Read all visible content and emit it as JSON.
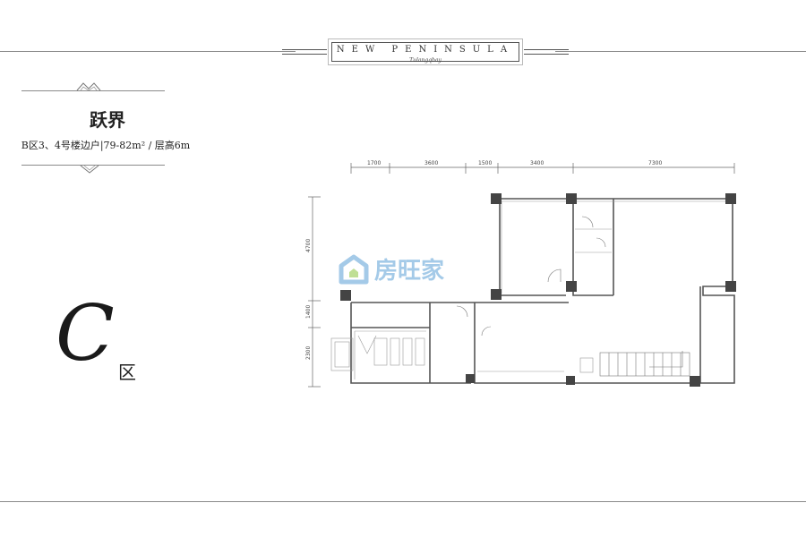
{
  "brand": {
    "title": "NEW PENINSULA",
    "subtitle": "Tulangqbay"
  },
  "unit": {
    "name": "跃界",
    "spec": "B区3、4号楼边户|79-82m² / 层高6m"
  },
  "zone": {
    "letter": "C",
    "suffix": "区"
  },
  "watermark": {
    "text": "房旺家",
    "icon": "house-logo-icon",
    "color": "#5aa0d6"
  },
  "floorplan": {
    "top_dimensions": [
      "1700",
      "3600",
      "1500",
      "3400",
      "7300"
    ],
    "side_dimensions": [
      "4700",
      "1400",
      "2300"
    ]
  },
  "colors": {
    "line": "#8a8a8a",
    "wall": "#555555",
    "column": "#444444"
  }
}
